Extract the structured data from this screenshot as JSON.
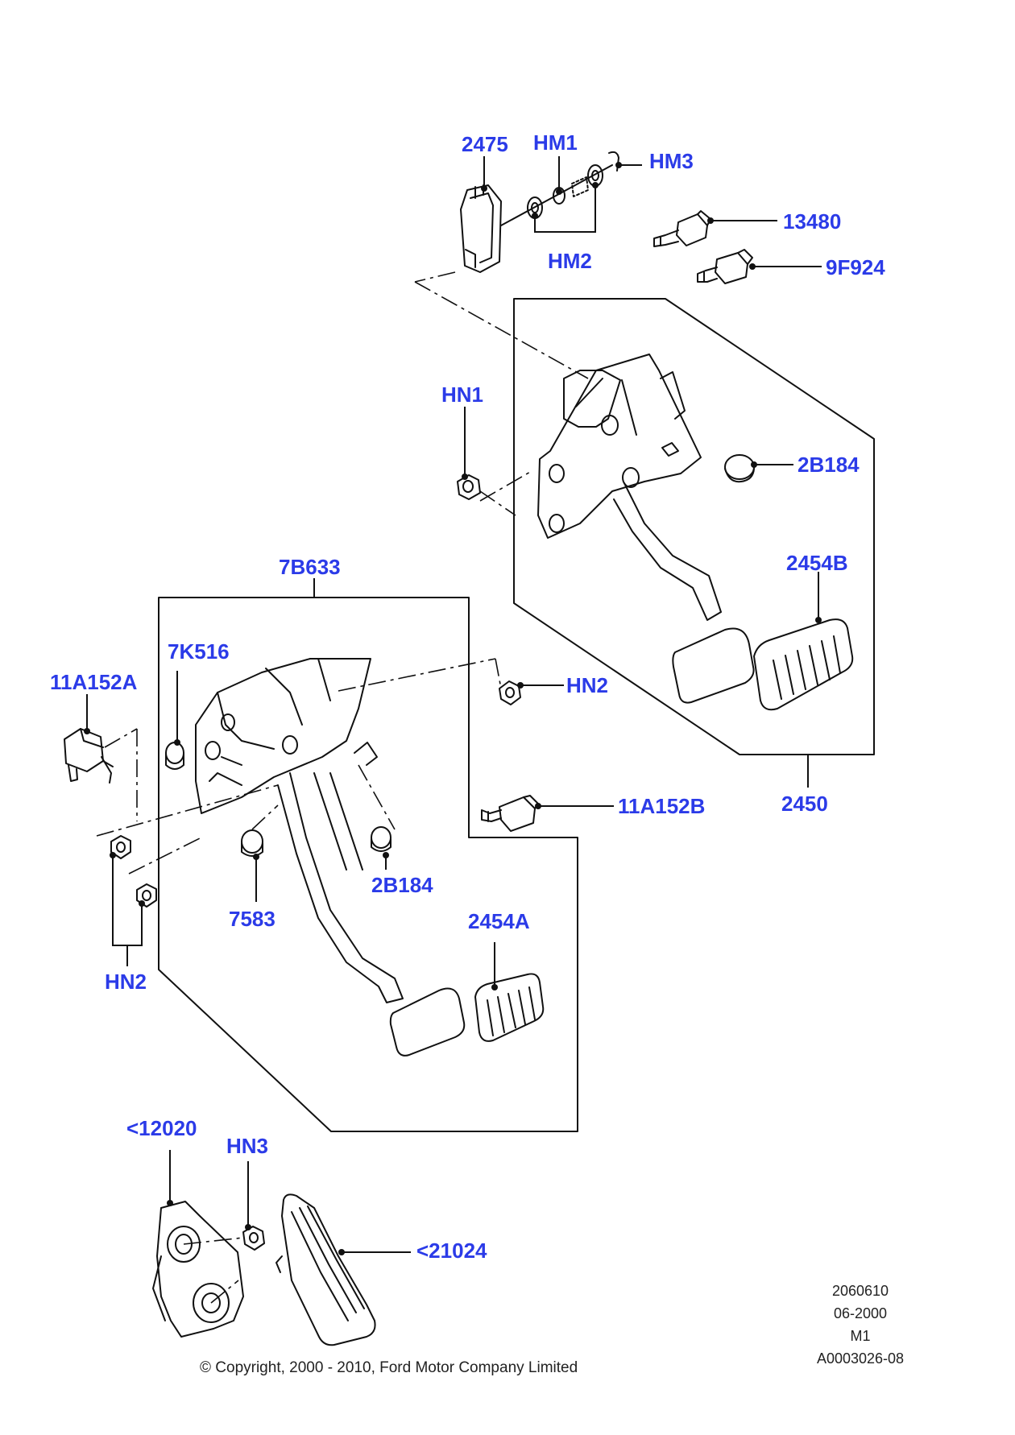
{
  "colors": {
    "label": "#2b3be8",
    "line": "#111111",
    "background": "#ffffff"
  },
  "callouts": {
    "c2475": "2475",
    "hm1": "HM1",
    "hm3": "HM3",
    "hm2": "HM2",
    "c13480": "13480",
    "c9f924": "9F924",
    "hn1": "HN1",
    "c2b184_upper": "2B184",
    "c2454b": "2454B",
    "c7b633": "7B633",
    "c7k516": "7K516",
    "c11a152a": "11A152A",
    "hn2_right": "HN2",
    "c11a152b": "11A152B",
    "c2450": "2450",
    "c2b184_lower": "2B184",
    "c7583": "7583",
    "c2454a": "2454A",
    "hn2_left": "HN2",
    "c12020": "<12020",
    "hn3": "HN3",
    "c21024": "<21024"
  },
  "meta": {
    "number": "2060610",
    "date": "06-2000",
    "model": "M1",
    "ref": "A0003026-08"
  },
  "copyright": "© Copyright, 2000 - 2010, Ford Motor Company Limited"
}
